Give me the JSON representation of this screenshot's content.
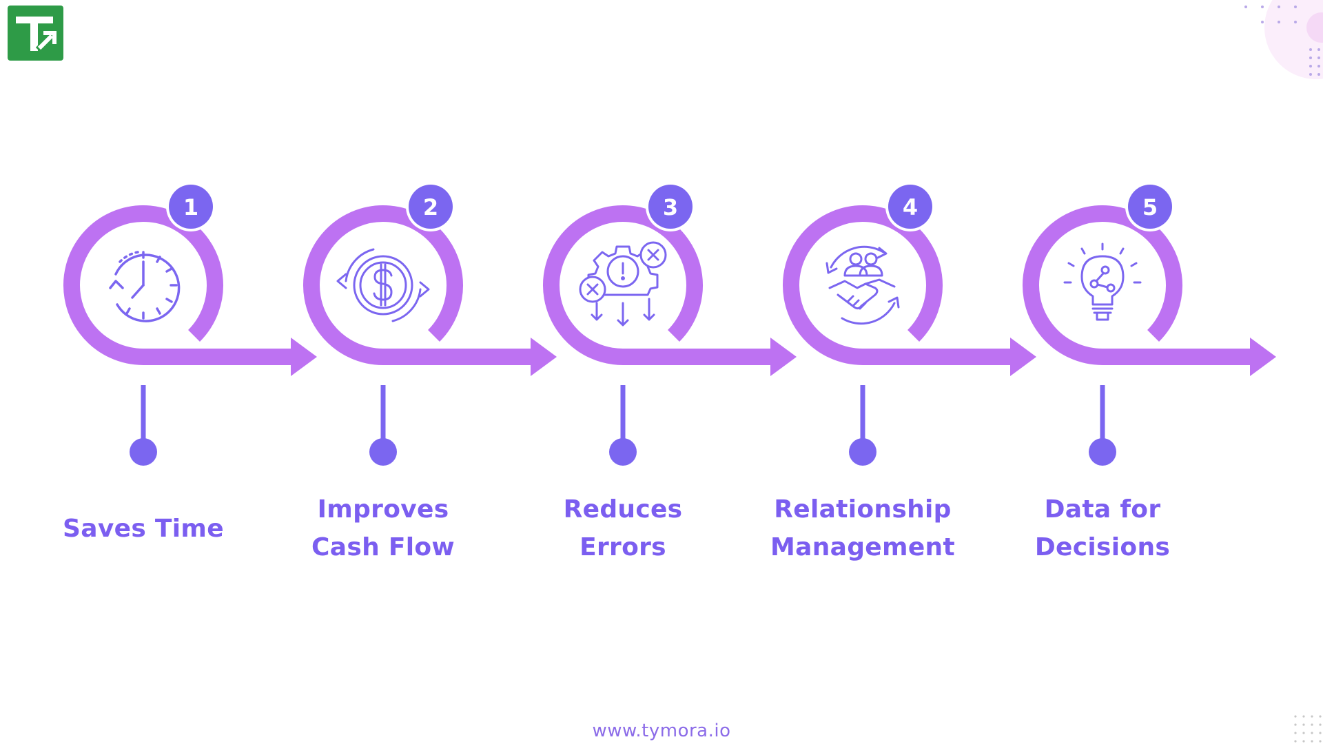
{
  "footer": {
    "url": "www.tymora.io"
  },
  "colors": {
    "arc": "#bd72f2",
    "accent": "#7b66f0",
    "text": "#7b5ef0",
    "logo_green": "#2e9b47"
  },
  "steps": [
    {
      "number": "1",
      "label": "Saves Time",
      "icon": "clock-icon"
    },
    {
      "number": "2",
      "label": "Improves\nCash Flow",
      "icon": "dollar-cycle-icon"
    },
    {
      "number": "3",
      "label": "Reduces\nErrors",
      "icon": "gear-error-icon"
    },
    {
      "number": "4",
      "label": "Relationship\nManagement",
      "icon": "handshake-icon"
    },
    {
      "number": "5",
      "label": "Data for\nDecisions",
      "icon": "lightbulb-icon"
    }
  ]
}
